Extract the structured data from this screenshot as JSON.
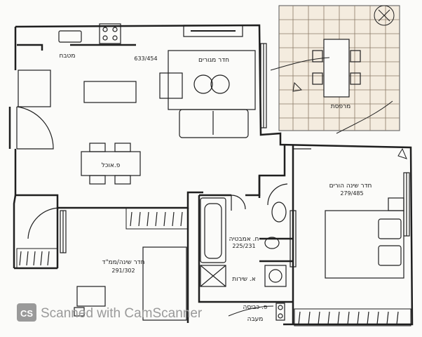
{
  "rooms": {
    "kitchen": "מטבח",
    "living": "חדר מגורים",
    "living_dim": "633/454",
    "balcony": "מרפסת",
    "dining": "פ.אוכל",
    "master_bedroom": "חדר שינה הורים",
    "master_dim": "279/485",
    "bedroom_mamad": "חדר שינה/ממ\"ד",
    "bedroom_mamad_dim": "291/302",
    "bathroom": "ח. אמבטיה",
    "bathroom_dim": "225/231",
    "toilet": "א. שירות",
    "laundry": "פ. כביסה",
    "shaft": "מעבה"
  },
  "watermark": {
    "badge": "CS",
    "text": "Scanned with CamScanner"
  },
  "colors": {
    "line": "#1f1f1f",
    "paper": "#fbfbf9",
    "balcony_floor": "#f4ecdf",
    "watermark": "#9a9a9a"
  }
}
